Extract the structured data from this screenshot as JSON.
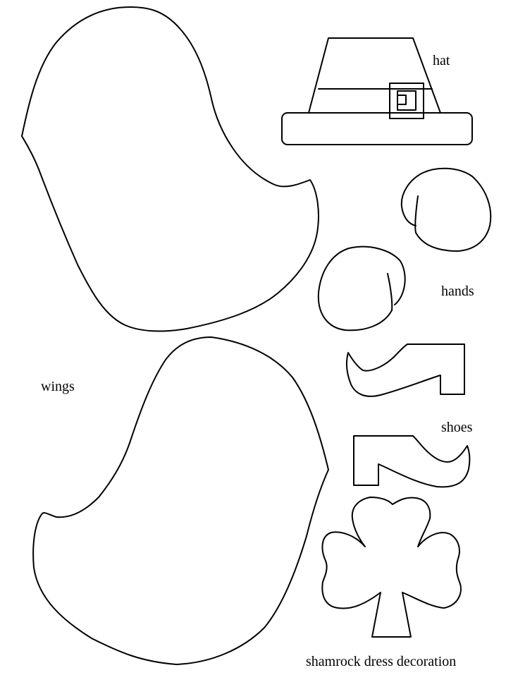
{
  "labels": {
    "hat": "hat",
    "hands": "hands",
    "wings": "wings",
    "shoes": "shoes",
    "shamrock": "shamrock dress decoration"
  },
  "colors": {
    "outline": "#000000",
    "background": "#ffffff"
  }
}
